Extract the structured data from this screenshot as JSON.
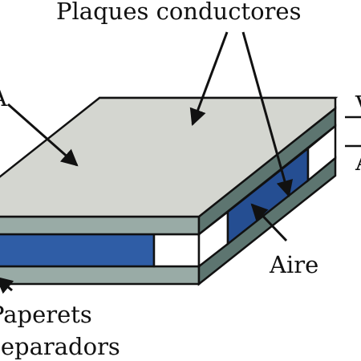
{
  "labels": {
    "plates": "Plaques conductores",
    "air": "Aire",
    "separator_line1": "Paperets",
    "separator_line2": "separadors",
    "area_symbol": "A",
    "right_top": "V",
    "right_bottom": "A"
  },
  "colors": {
    "plate_top": "#d4d6d0",
    "plate_front": "#99aba6",
    "plate_side": "#5d7570",
    "dielectric_paper": "#2f5da6",
    "dielectric_paper_side": "#254e92",
    "air_gap": "#ffffff",
    "outline": "#111111"
  }
}
